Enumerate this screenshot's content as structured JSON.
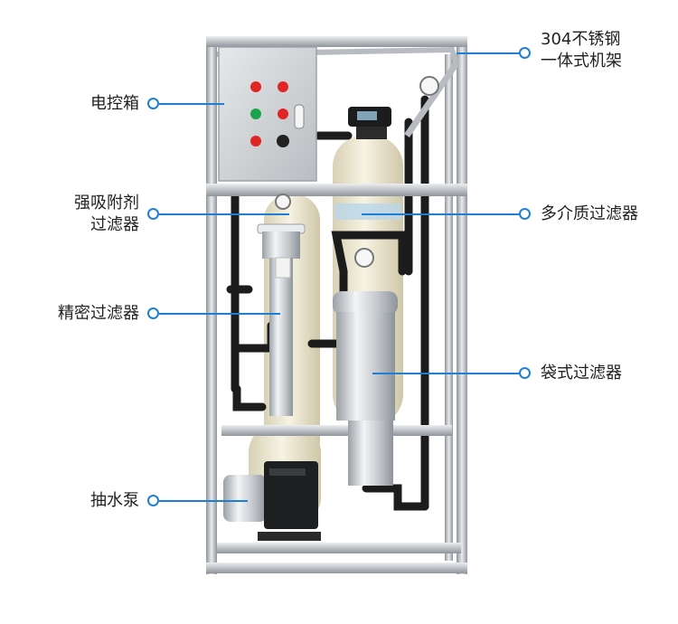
{
  "callouts": {
    "frame": [
      "304不锈钢",
      "一体式机架"
    ],
    "control_box": "电控箱",
    "adsorbent_filter": [
      "强吸附剂",
      "过滤器"
    ],
    "multimedia_filter": "多介质过滤器",
    "precision_filter": "精密过滤器",
    "bag_filter": "袋式过滤器",
    "pump": "抽水泵"
  },
  "colors": {
    "accent": "#1f7fd4",
    "frame_steel": "#c9ccd1",
    "tank_fiber": "#eee8d2",
    "panel": "#d9dbde"
  }
}
